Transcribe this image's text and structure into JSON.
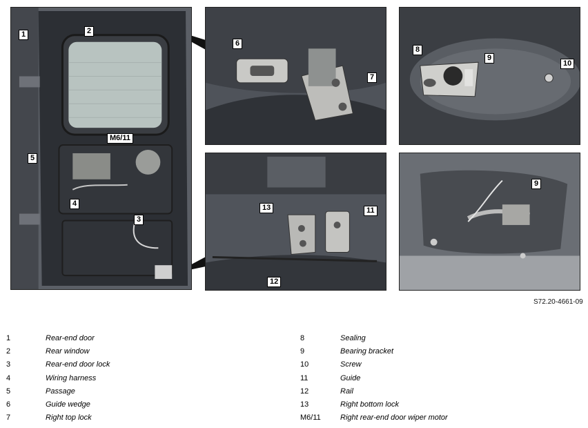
{
  "reference": "S72.20-4661-09",
  "callouts": {
    "p1": [
      "1",
      "2",
      "M6/11",
      "5",
      "4",
      "3"
    ],
    "p2": [
      "6",
      "7"
    ],
    "p3": [
      "8",
      "9",
      "10"
    ],
    "p4": [
      "13",
      "11",
      "12"
    ],
    "p5": [
      "9"
    ]
  },
  "legend": {
    "left": [
      {
        "num": "1",
        "desc": "Rear-end door"
      },
      {
        "num": "2",
        "desc": "Rear window"
      },
      {
        "num": "3",
        "desc": "Rear-end door lock"
      },
      {
        "num": "4",
        "desc": "Wiring harness"
      },
      {
        "num": "5",
        "desc": "Passage"
      },
      {
        "num": "6",
        "desc": "Guide wedge"
      },
      {
        "num": "7",
        "desc": "Right top lock"
      }
    ],
    "right": [
      {
        "num": "8",
        "desc": "Sealing"
      },
      {
        "num": "9",
        "desc": "Bearing bracket"
      },
      {
        "num": "10",
        "desc": "Screw"
      },
      {
        "num": "11",
        "desc": "Guide"
      },
      {
        "num": "12",
        "desc": "Rail"
      },
      {
        "num": "13",
        "desc": "Right bottom lock"
      },
      {
        "num": "M6/11",
        "desc": "Right rear-end door wiper motor"
      }
    ]
  }
}
